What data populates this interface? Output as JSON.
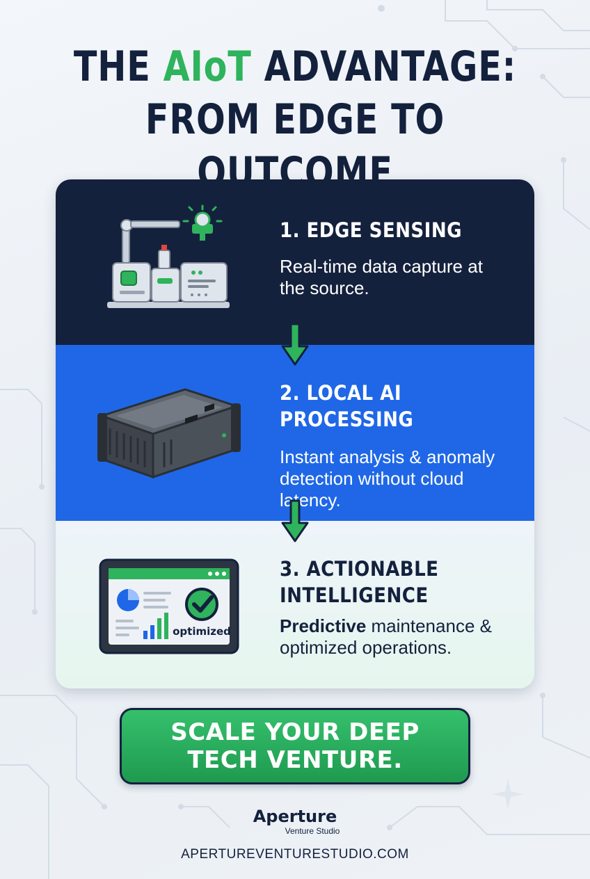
{
  "headline": {
    "line1_before": "THE ",
    "line1_accent": "AIoT",
    "line1_after": " ADVANTAGE:",
    "line2": "FROM EDGE TO OUTCOME"
  },
  "colors": {
    "navy": "#14213d",
    "blue": "#1f67e6",
    "green": "#2fb35c",
    "light": "#eef4fa"
  },
  "steps": [
    {
      "icon": "factory-sensor-icon",
      "title": "1. EDGE SENSING",
      "description": "Real-time data capture at the source."
    },
    {
      "icon": "edge-device-icon",
      "title_line1": "2. LOCAL AI",
      "title_line2": "PROCESSING",
      "description": "Instant analysis & anomaly detection without cloud latency."
    },
    {
      "icon": "dashboard-monitor-icon",
      "screen_label": "optimized",
      "title_line1": "3. ACTIONABLE",
      "title_line2": "INTELLIGENCE",
      "description_bold": "Predictive",
      "description_rest": " maintenance & optimized operations."
    }
  ],
  "cta": {
    "label": "SCALE YOUR DEEP TECH VENTURE."
  },
  "brand": {
    "name": "Aperture",
    "tagline": "Venture Studio",
    "url": "APERTUREVENTURESTUDIO.COM"
  }
}
